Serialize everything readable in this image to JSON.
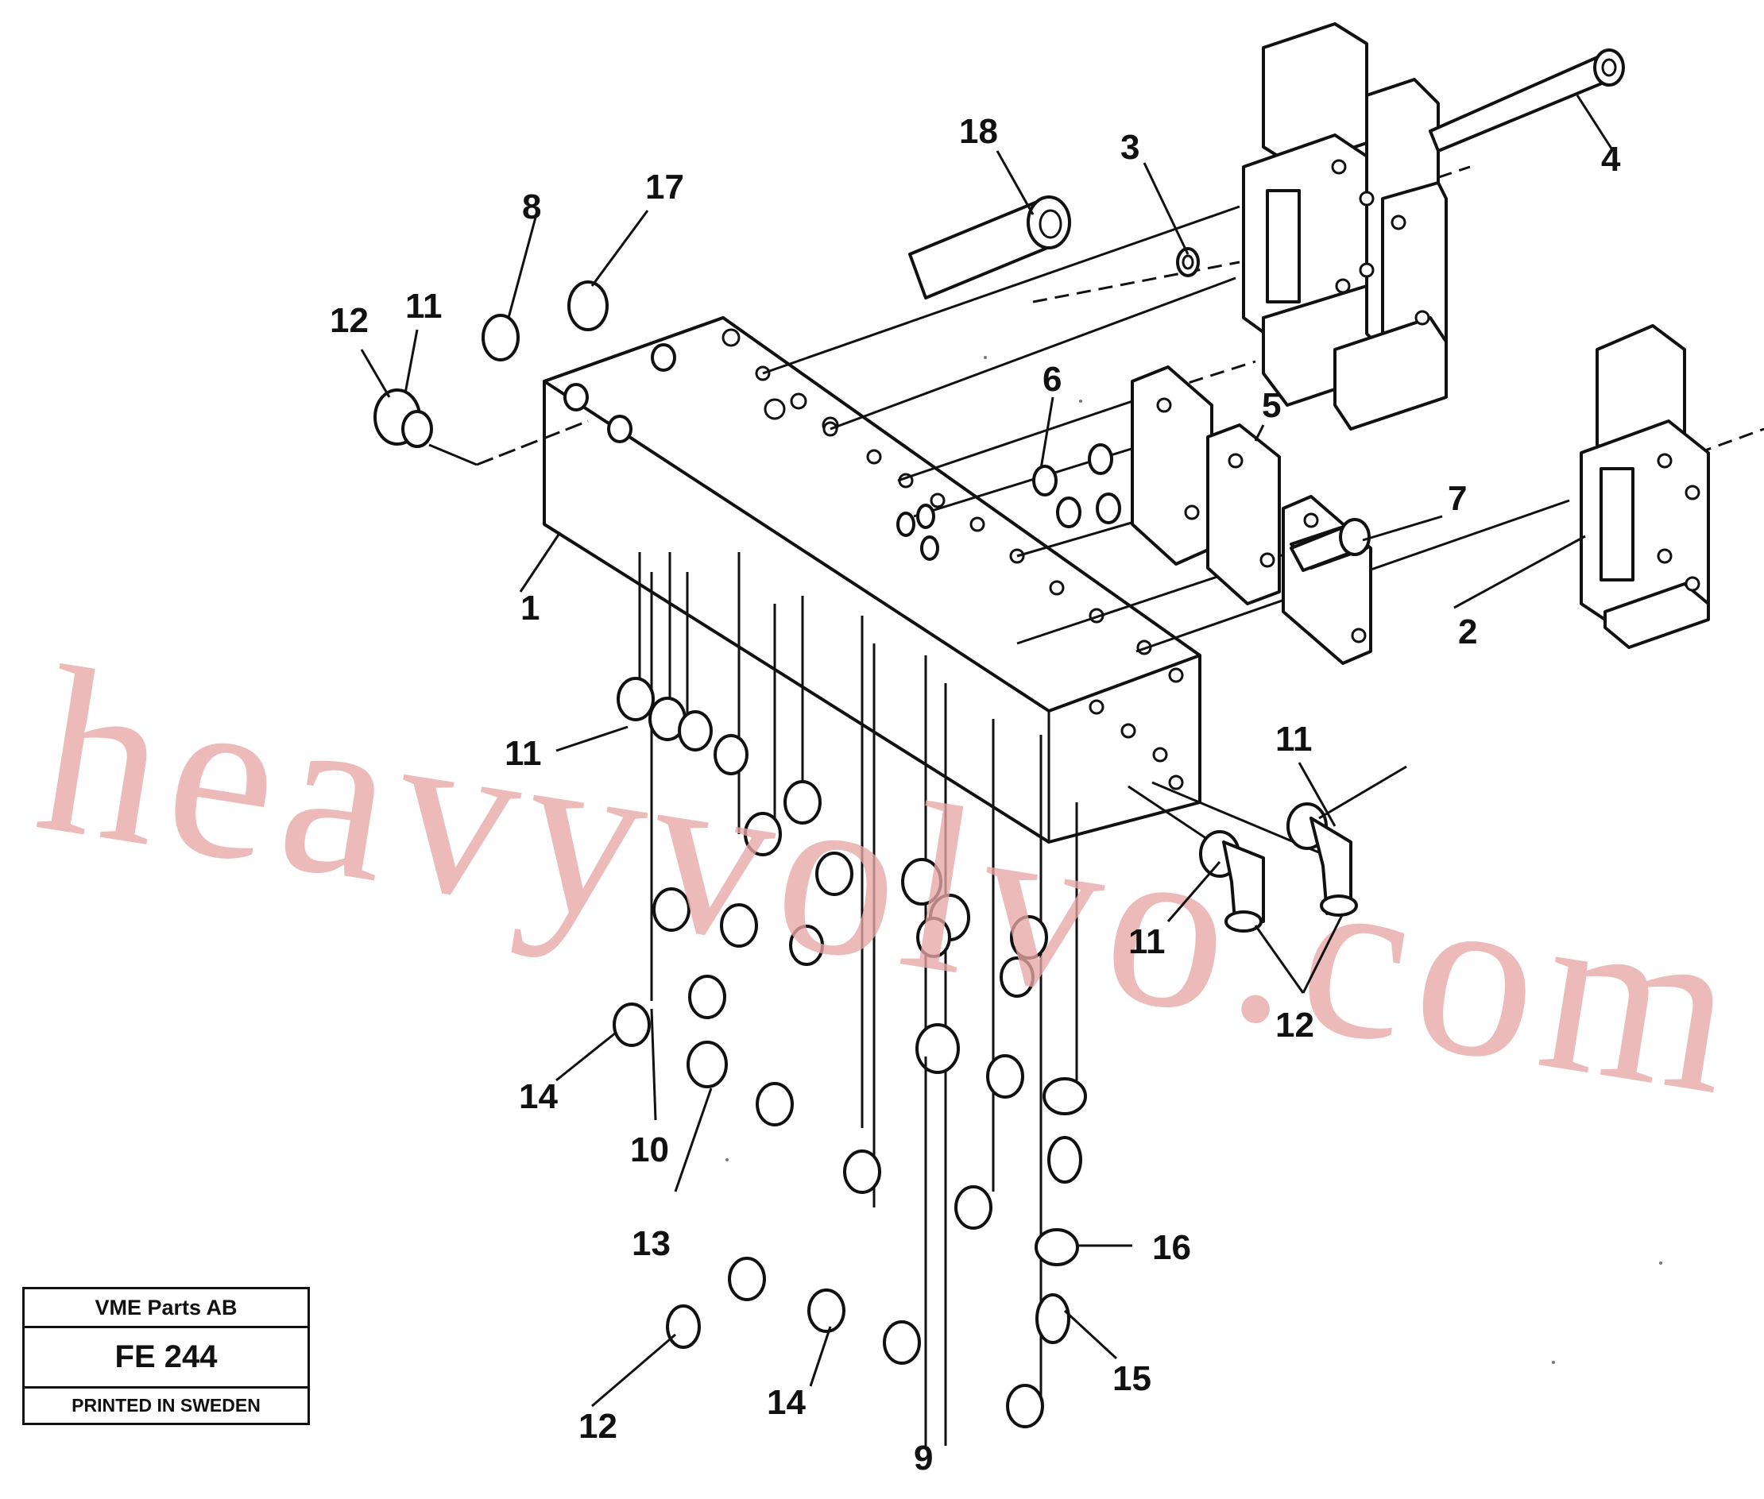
{
  "watermark": "heavyvolvo.com",
  "title_block": {
    "company": "VME Parts AB",
    "code": "FE 244",
    "printed": "PRINTED IN SWEDEN"
  },
  "callouts": [
    {
      "id": "c1",
      "label": "1"
    },
    {
      "id": "c2",
      "label": "2"
    },
    {
      "id": "c3",
      "label": "3"
    },
    {
      "id": "c4",
      "label": "4"
    },
    {
      "id": "c5",
      "label": "5"
    },
    {
      "id": "c6",
      "label": "6"
    },
    {
      "id": "c7",
      "label": "7"
    },
    {
      "id": "c8",
      "label": "8"
    },
    {
      "id": "c9",
      "label": "9"
    },
    {
      "id": "c10",
      "label": "10"
    },
    {
      "id": "c11a",
      "label": "11"
    },
    {
      "id": "c11b",
      "label": "11"
    },
    {
      "id": "c11c",
      "label": "11"
    },
    {
      "id": "c11d",
      "label": "11"
    },
    {
      "id": "c12a",
      "label": "12"
    },
    {
      "id": "c12b",
      "label": "12"
    },
    {
      "id": "c12c",
      "label": "12"
    },
    {
      "id": "c13",
      "label": "13"
    },
    {
      "id": "c14a",
      "label": "14"
    },
    {
      "id": "c14b",
      "label": "14"
    },
    {
      "id": "c15",
      "label": "15"
    },
    {
      "id": "c16",
      "label": "16"
    },
    {
      "id": "c17",
      "label": "17"
    },
    {
      "id": "c18",
      "label": "18"
    }
  ],
  "colors": {
    "ink": "#111111",
    "watermark": "#e8a7a7",
    "background": "#ffffff"
  }
}
